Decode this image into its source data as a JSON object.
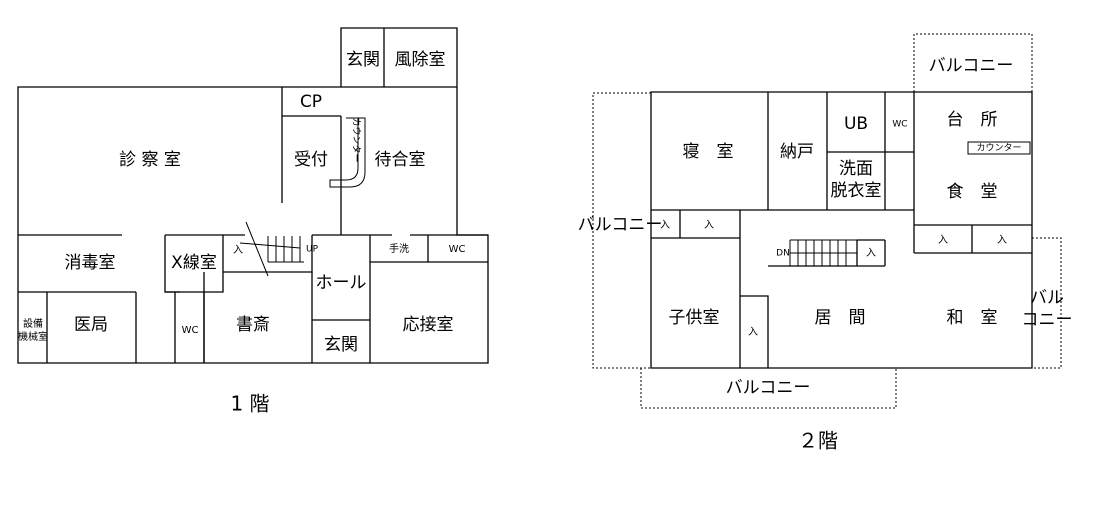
{
  "floor1": {
    "title": "1 階",
    "rooms": {
      "genkan_top": "玄関",
      "fuujo": "風除室",
      "cp": "CP",
      "shinsatsu": "診 察 室",
      "uketsuke": "受付",
      "counter": "カウンター",
      "machiai": "待合室",
      "shodoku": "消毒室",
      "xsen": "X線室",
      "hall": "ホール",
      "tearai": "手洗",
      "wc_right": "WC",
      "setsubi_1": "設備",
      "setsubi_2": "機械室",
      "ikyoku": "医局",
      "wc_left": "WC",
      "shosai": "書斎",
      "genkan_bottom": "玄関",
      "ousetsu": "応接室",
      "iri": "入",
      "up": "UP"
    }
  },
  "floor2": {
    "title": "２階",
    "rooms": {
      "balcony_top": "バルコニー",
      "balcony_left": "バルコニー",
      "balcony_right_1": "バル",
      "balcony_right_2": "コニー",
      "balcony_bottom": "バルコニー",
      "shinshitsu": "寝　室",
      "nando": "納戸",
      "ub": "UB",
      "wc": "WC",
      "daidokoro": "台　所",
      "counter": "カウンター",
      "senmen_1": "洗面",
      "senmen_2": "脱衣室",
      "shokudou": "食　堂",
      "kodomo": "子供室",
      "ima": "居　間",
      "washitsu": "和　室",
      "iri": "入",
      "dn": "DN"
    }
  }
}
